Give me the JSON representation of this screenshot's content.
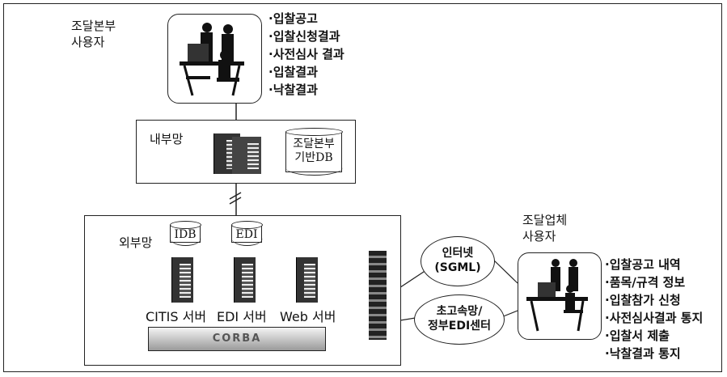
{
  "procurement_user_label": [
    "조달본부",
    "사용자"
  ],
  "procurement_items": [
    "·입찰공고",
    "·입찰신청결과",
    "·사전심사 결과",
    "·입찰결과",
    "·낙찰결과"
  ],
  "internal_network": {
    "label": "내부망",
    "db_label": [
      "조달본부",
      "기반DB"
    ]
  },
  "external_network": {
    "label": "외부망",
    "db_idb": "IDB",
    "db_edi": "EDI",
    "servers": [
      "CITIS 서버",
      "EDI 서버",
      "Web 서버"
    ],
    "bus_label": "CORBA"
  },
  "clouds": {
    "internet": [
      "인터넷",
      "(SGML)"
    ],
    "highspeed": [
      "초고속망/",
      "정부EDI센터"
    ]
  },
  "vendor_user_label": [
    "조달업체",
    "사용자"
  ],
  "vendor_items": [
    "·입찰공고 내역",
    "·품목/규격 정보",
    "·입찰참가 신청",
    "·사전심사결과 통지",
    "·입찰서 제출",
    "·낙찰결과 통지"
  ]
}
